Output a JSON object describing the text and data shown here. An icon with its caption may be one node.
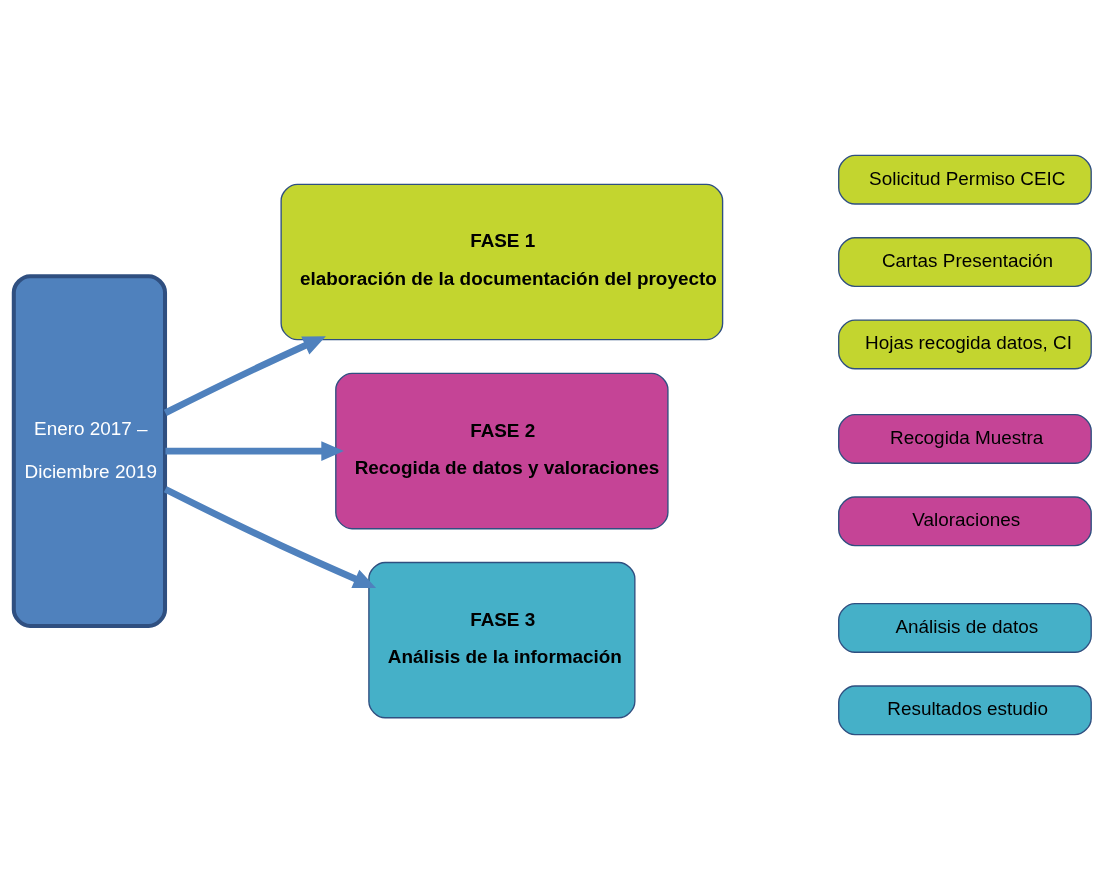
{
  "diagram": {
    "nodes": [
      {
        "text": [
          "Enero 2017 –",
          "Diciembre 2019"
        ]
      },
      {
        "text": [
          "FASE 1",
          "elaboración de la documentación del proyecto"
        ]
      },
      {
        "text": [
          "Solicitud Permiso CEIC"
        ]
      },
      {
        "text": [
          "Cartas Presentación"
        ]
      },
      {
        "text": [
          "Hojas recogida datos, CI"
        ]
      },
      {
        "text": [
          "FASE 2",
          "Recogida de datos y valoraciones"
        ]
      },
      {
        "text": [
          "Recogida Muestra"
        ]
      },
      {
        "text": [
          "Valoraciones"
        ]
      },
      {
        "text": [
          "FASE 3",
          "Análisis de la información"
        ]
      },
      {
        "text": [
          "Análisis de datos"
        ]
      },
      {
        "text": [
          "Resultados estudio"
        ]
      }
    ],
    "edges": [
      {
        "from": 0,
        "to": 1,
        "arrow": "to"
      },
      {
        "from": 0,
        "to": 5,
        "arrow": "to"
      },
      {
        "from": 0,
        "to": 8,
        "arrow": "to"
      }
    ]
  }
}
